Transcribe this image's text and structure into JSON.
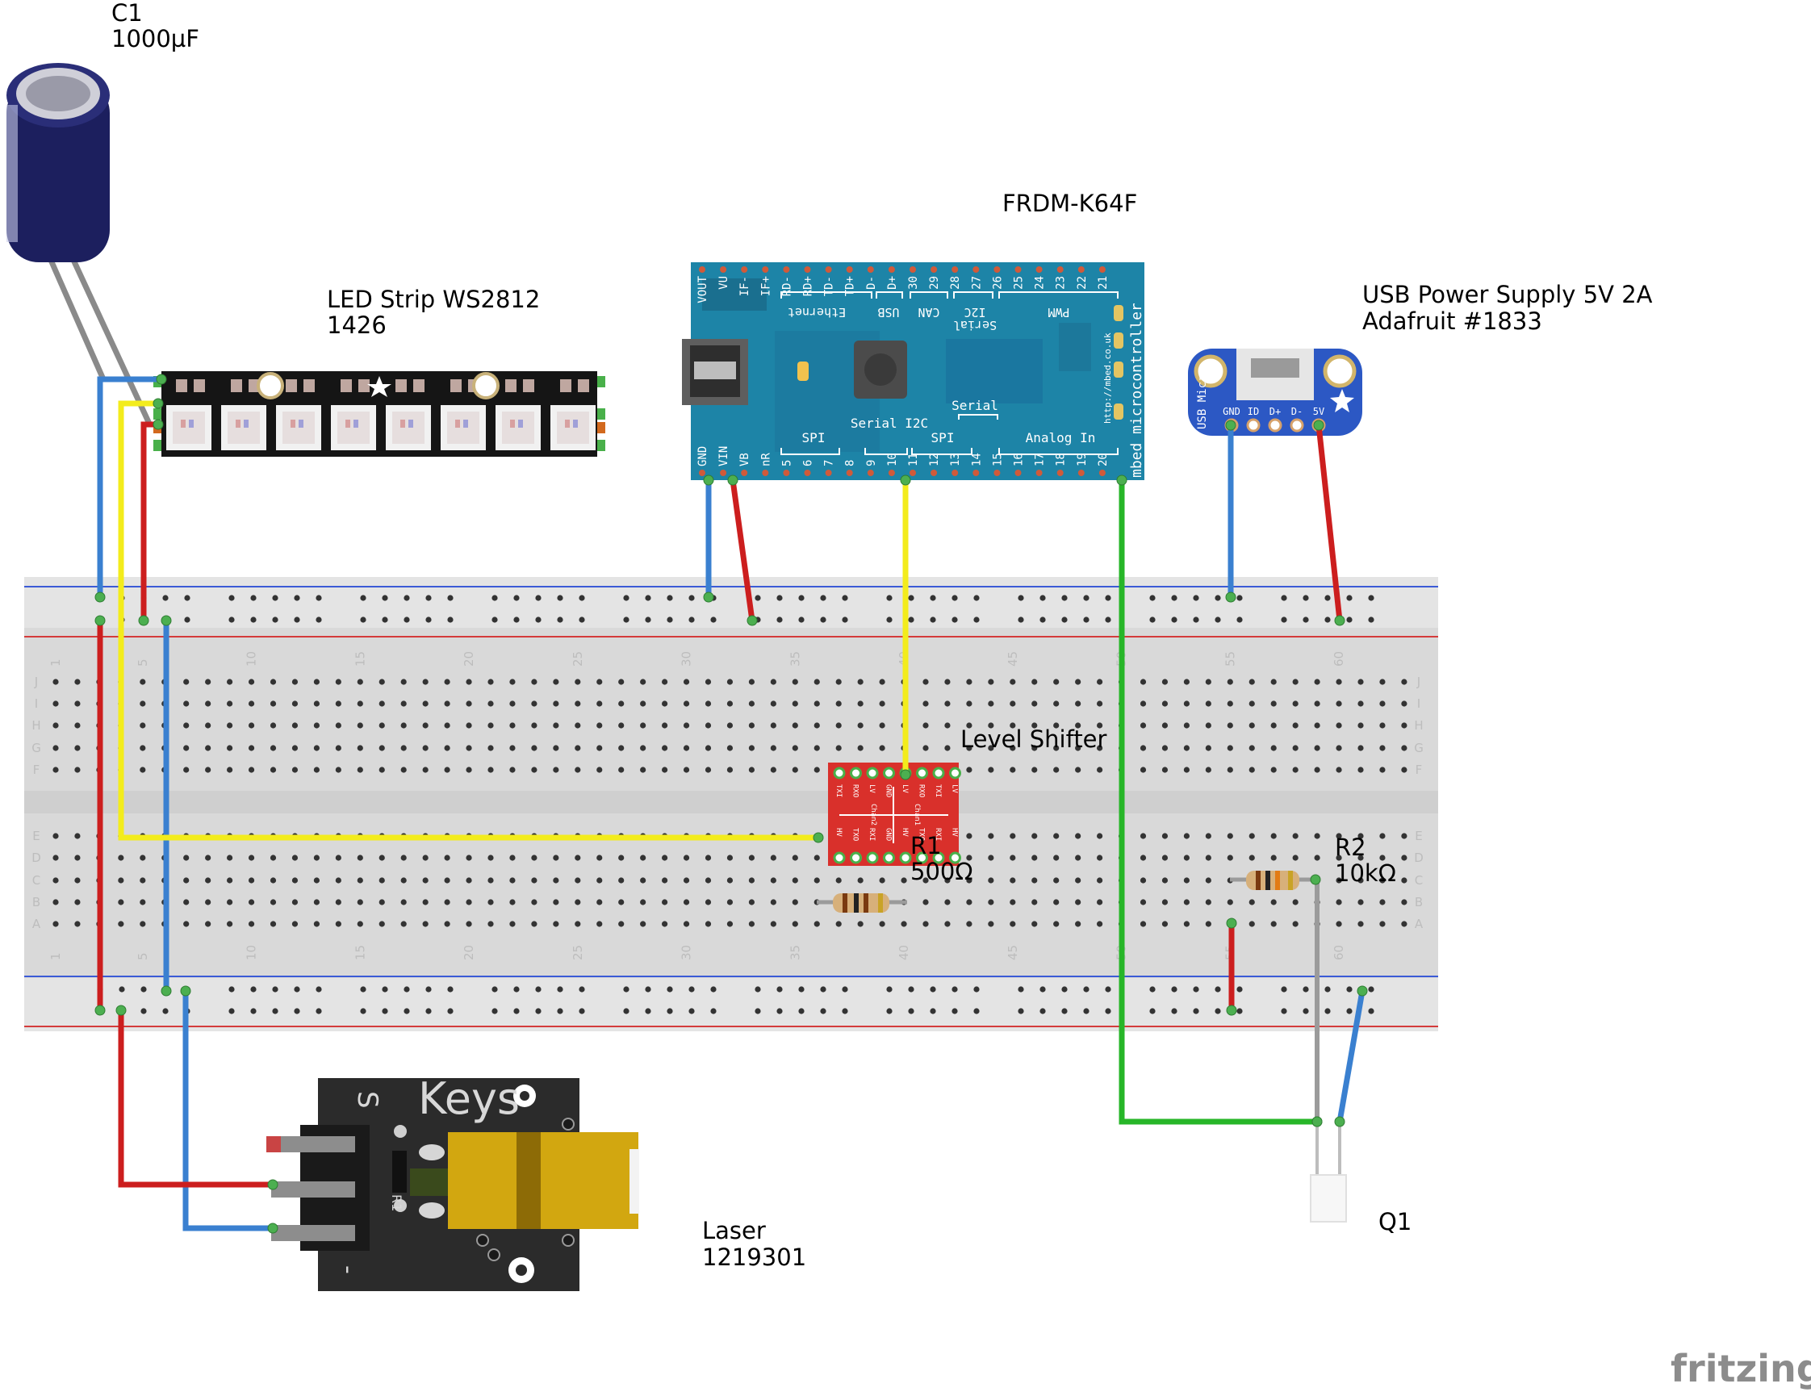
{
  "components": {
    "capacitor": {
      "ref": "C1",
      "value": "1000µF"
    },
    "led_strip": {
      "title": "LED Strip WS2812",
      "part": "1426"
    },
    "mcu": {
      "title": "FRDM-K64F",
      "top_pins": [
        "VOUT",
        "VU",
        "IF-",
        "IF+",
        "RD-",
        "RD+",
        "TD-",
        "TD+",
        "D-",
        "D+",
        "30",
        "29",
        "28",
        "27",
        "26",
        "25",
        "24",
        "23",
        "22",
        "21"
      ],
      "top_groups": [
        "Ethernet",
        "USB",
        "CAN",
        "I2C",
        "PWM"
      ],
      "top_group_sub": "Serial",
      "bottom_pins": [
        "GND",
        "VIN",
        "VB",
        "nR",
        "5",
        "6",
        "7",
        "8",
        "9",
        "10",
        "11",
        "12",
        "13",
        "14",
        "15",
        "16",
        "17",
        "18",
        "19",
        "20"
      ],
      "bottom_groups": [
        "SPI",
        "Serial I2C",
        "SPI",
        "Analog In"
      ],
      "mid_label": "Serial",
      "side_text": "mbed microcontroller",
      "url_text": "http://mbed.co.uk"
    },
    "usb_supply": {
      "title": "USB Power Supply 5V 2A",
      "part": "Adafruit #1833",
      "board_text": "USB Micro",
      "pins": [
        "GND",
        "ID",
        "D+",
        "D-",
        "5V"
      ]
    },
    "level_shifter": {
      "title": "Level Shifter",
      "top_pins": [
        "TXI",
        "RXO",
        "LV",
        "GND",
        "LV",
        "RXO",
        "TXI",
        "LV"
      ],
      "bottom_pins": [
        "HV",
        "TXO",
        "RXI",
        "GND",
        "HV",
        "TXO",
        "RXI",
        "HV"
      ],
      "chan_labels": [
        "Chan2",
        "Chan1"
      ]
    },
    "r1": {
      "ref": "R1",
      "value": "500Ω"
    },
    "r2": {
      "ref": "R2",
      "value": "10kΩ"
    },
    "laser": {
      "title": "Laser",
      "part": "1219301",
      "board_brand": "Keys",
      "board_s": "S",
      "board_minus": "-",
      "board_r1": "R1"
    },
    "transistor": {
      "ref": "Q1"
    }
  },
  "breadboard": {
    "column_numbers": [
      "1",
      "5",
      "10",
      "15",
      "20",
      "25",
      "30",
      "35",
      "40",
      "45",
      "50",
      "55",
      "60"
    ],
    "row_letters_top": [
      "J",
      "I",
      "H",
      "G",
      "F"
    ],
    "row_letters_bottom": [
      "E",
      "D",
      "C",
      "B",
      "A"
    ]
  },
  "wire_colors": {
    "ground": "#3a80d0",
    "power": "#cc1e1e",
    "signal": "#f3ec1c",
    "pwm": "#27b628",
    "base": "#9b9b9b"
  },
  "brand": "fritzing"
}
